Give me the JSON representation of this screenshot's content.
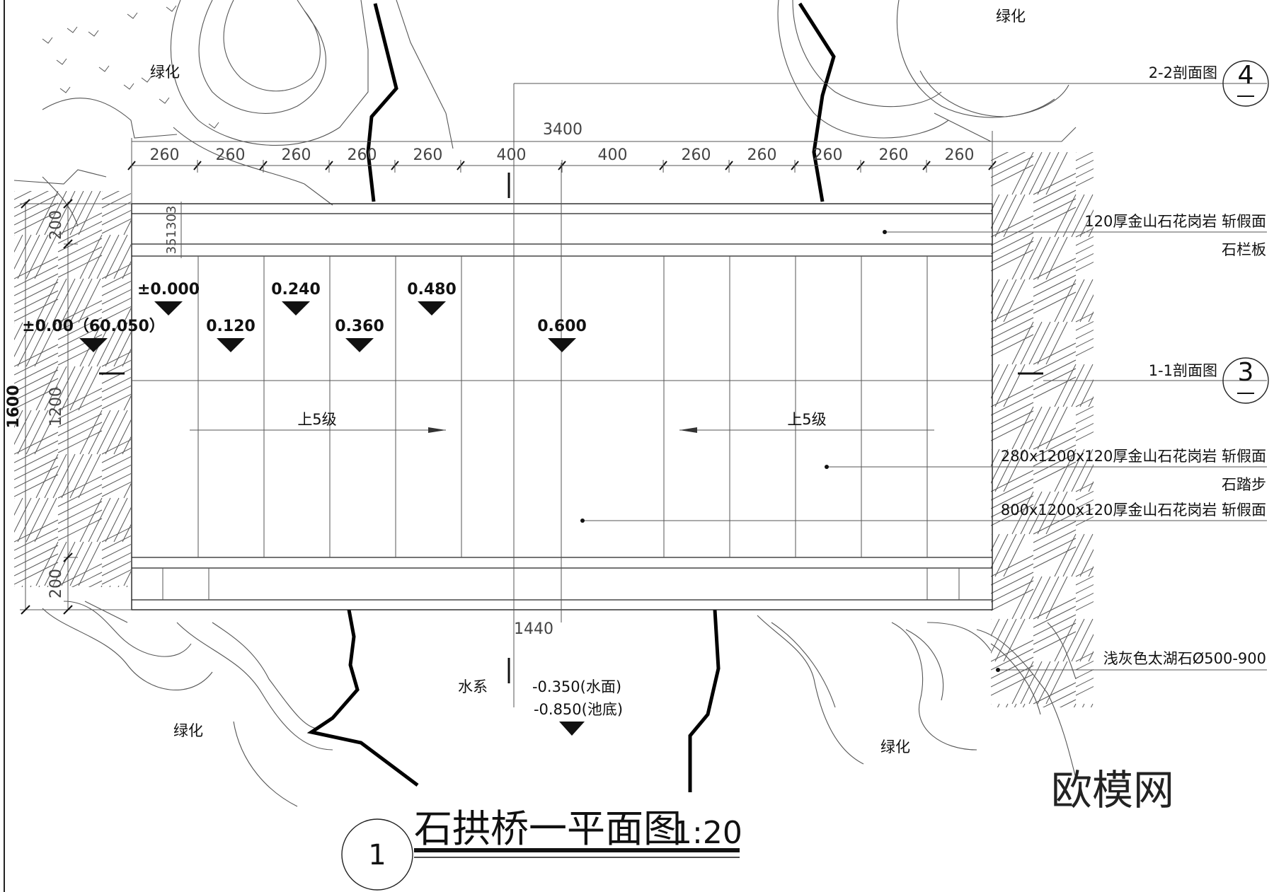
{
  "title": "石拱桥一平面图",
  "scale": "1:20",
  "drawing_no": "1",
  "watermark": "欧模网",
  "dimensions": {
    "overall": "3400",
    "segments": [
      "260",
      "260",
      "260",
      "260",
      "260",
      "400",
      "400",
      "260",
      "260",
      "260",
      "260",
      "260"
    ],
    "width_total": "1600",
    "width_parts": [
      "200",
      "1200",
      "200"
    ],
    "rail_parts": "351303",
    "bottom": "1440"
  },
  "levels": [
    "±0.00（60.050）",
    "±0.000",
    "0.120",
    "0.240",
    "0.360",
    "0.480",
    "0.600"
  ],
  "steps_label": "上5级",
  "water": {
    "label": "水系",
    "surface": "-0.350(水面)",
    "bottom": "-0.850(池底)"
  },
  "greening": "绿化",
  "sections": [
    {
      "label": "2-2剖面图",
      "number": "4"
    },
    {
      "label": "1-1剖面图",
      "number": "3"
    }
  ],
  "callouts": [
    "120厚金山石花岗岩 斩假面",
    "石栏板",
    "280x1200x120厚金山石花岗岩 斩假面",
    "石踏步",
    "800x1200x120厚金山石花岗岩 斩假面",
    "浅灰色太湖石Ø500-900"
  ]
}
